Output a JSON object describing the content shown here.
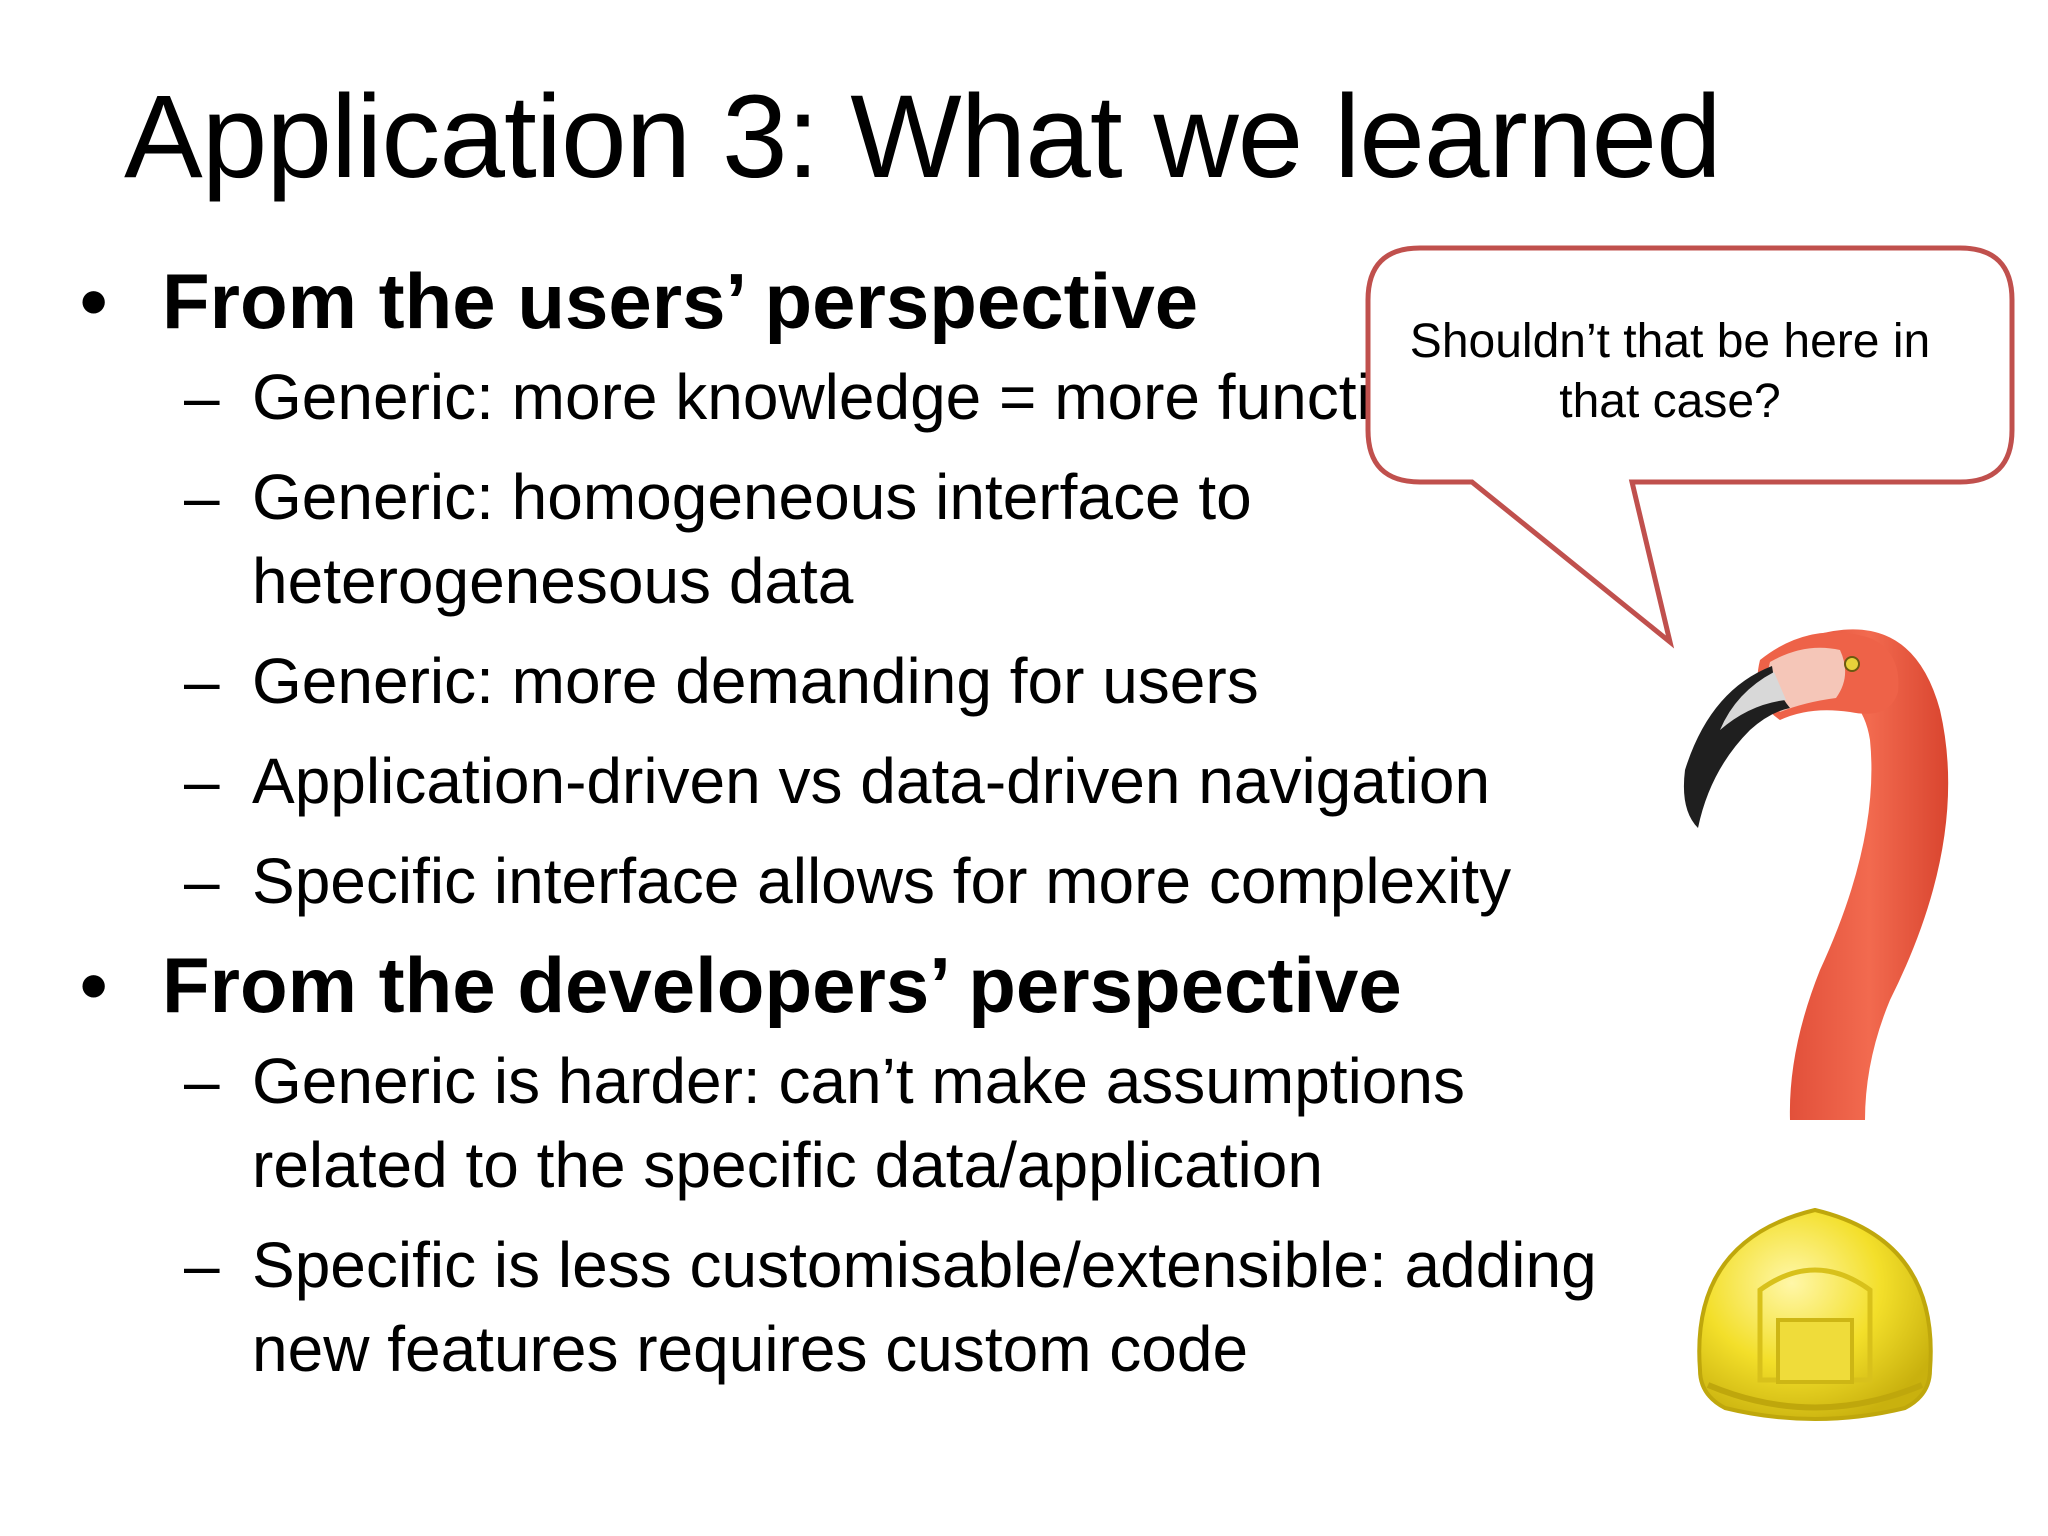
{
  "slide": {
    "title": "Application 3: What we learned",
    "bullet_glyph": "•",
    "dash_glyph": "–",
    "sections": [
      {
        "heading": "From the users’ perspective",
        "items": [
          "Generic: more knowledge = more functionalisties",
          "Generic: homogeneous interface to heterogenesous data",
          "Generic: more demanding for users",
          "Application-driven vs data-driven navigation",
          "Specific interface allows for more complexity"
        ]
      },
      {
        "heading": "From the developers’ perspective",
        "items": [
          "Generic is harder: can’t make assumptions related to the specific data/application",
          "Specific is less customisable/extensible: adding new features requires custom code"
        ]
      }
    ]
  },
  "callout": {
    "text": "Shouldn’t that be here in that case?",
    "border_color": "#c0504d"
  },
  "images": {
    "flamingo": "flamingo-image",
    "helmet": "hard-hat-image"
  }
}
